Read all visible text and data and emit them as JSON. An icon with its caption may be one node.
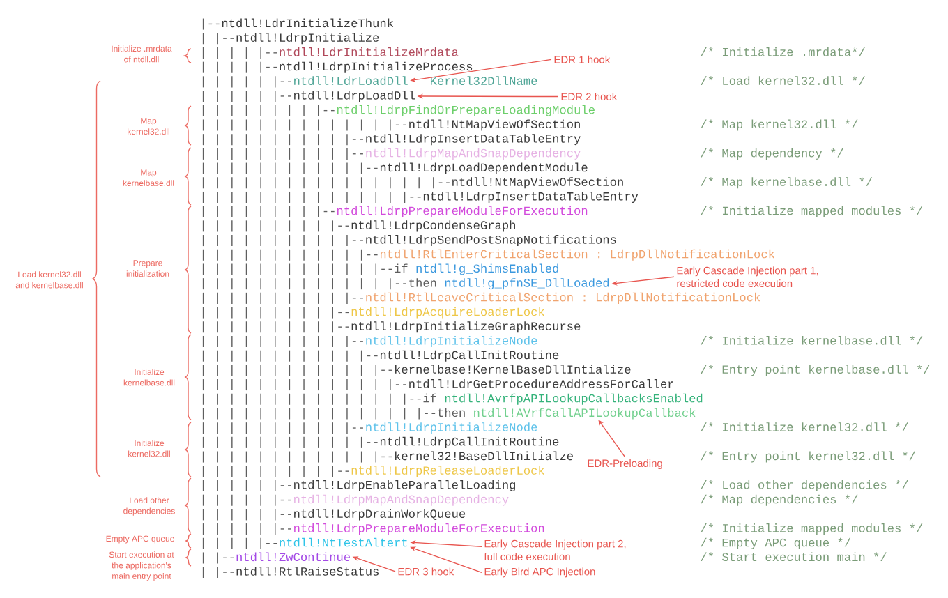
{
  "diagram": {
    "nodes": [
      {
        "text": [
          "EDR 1 hook"
        ]
      },
      {
        "text": [
          "ntdll!LdrLoadDll"
        ],
        "beside": [
          "Kernel32DllName"
        ]
      },
      {
        "text": [
          "ntdll!LdrpLoadDll"
        ]
      },
      {
        "text": [
          "EDR 2 hook"
        ]
      },
      {
        "text": [
          "Early Cascade Injection part 1, restricted code execution"
        ]
      },
      {
        "text": [
          "ntdll!g_pfnSE_DllLoaded"
        ]
      },
      {
        "text": [
          "ntdll!AVrfCallAPILookupCallback"
        ]
      },
      {
        "text": [
          "EDR-Preloading"
        ]
      },
      {
        "text": [
          "ntdll!NtTestAltert"
        ]
      },
      {
        "text": [
          "Early Cascade Injection part 2, full code execution"
        ]
      },
      {
        "text": [
          "ntdll!ZwContinue"
        ]
      },
      {
        "text": [
          "EDR 3 hook"
        ]
      },
      {
        "text": [
          "Early Bird APC Injection"
        ]
      }
    ],
    "edges": [
      {
        "from": 0,
        "to": 1,
        "arrow": "to"
      },
      {
        "from": 3,
        "to": 2,
        "arrow": "to"
      },
      {
        "from": 4,
        "to": 5,
        "arrow": "to"
      },
      {
        "from": 7,
        "to": 6,
        "arrow": "to"
      },
      {
        "from": 9,
        "to": 8,
        "arrow": "to"
      },
      {
        "from": 12,
        "to": 8,
        "arrow": "to"
      },
      {
        "from": 11,
        "to": 10,
        "arrow": "to"
      }
    ],
    "labels": [
      "Initialize .mrdata of ntdll.dll",
      "Map kernel32.dll",
      "Map kernelbase.dll",
      "Prepare initialization",
      "Load kernel32.dll and kernelbase.dll",
      "Initialize kernelbase.dll",
      "Initialize kernel32.dll",
      "Load other dependencies",
      "Empty APC queue",
      "Start execution at the application's main entry point",
      "|--",
      "ntdll!LdrInitializeThunk",
      "| |--",
      "ntdll!LdrpInitialize",
      "| | | | |--",
      "ntdll!LdrInitializeMrdata",
      "/* Initialize .mrdata*/",
      "| | | | |--",
      "ntdll!LdrpInitializeProcess",
      "| | | | | |--",
      "/* Load kernel32.dll */",
      "| | | | | |--",
      "| | | | | | | | |--",
      "ntdll!LdrpFindOrPrepareLoadingModule",
      "| | | | | | | | | | | | | |--",
      "ntdll!NtMapViewOfSection",
      "/* Map kernel32.dll */",
      "| | | | | | | | | | |--",
      "ntdll!LdrpInsertDataTableEntry",
      "| | | | | | | | | | |--",
      "ntdll!LdrpMapAndSnapDependency",
      "/* Map dependency */",
      "| | | | | | | | | | | |--",
      "ntdll!LdrpLoadDependentModule",
      "| | | | | | | | | | | | | | | | |--",
      "ntdll!NtMapViewOfSection",
      "/* Map kernelbase.dll */",
      "| | | | | | | | | | | | | | |--",
      "ntdll!LdrpInsertDataTableEntry",
      "| | | | | | | | |--",
      "ntdll!LdrpPrepareModuleForExecution",
      "/* Initialize mapped modules */",
      "| | | | | | | | | |--",
      "ntdll!LdrpCondenseGraph",
      "| | | | | | | | | | |--",
      "ntdll!LdrpSendPostSnapNotifications",
      "| | | | | | | | | | | |--",
      "ntdll!RtlEnterCriticalSection : LdrpDllNotificationLock",
      "| | | | | | | | | | | | |--if",
      "ntdll!g_ShimsEnabled",
      "| | | | | | | | | | | | | |--then",
      "| | | | | | | | | | |--",
      "ntdll!RtlLeaveCriticalSection : LdrpDllNotificationLock",
      "| | | | | | | | | |--",
      "ntdll!LdrpAcquireLoaderLock",
      "| | | | | | | | | |--",
      "ntdll!LdrpInitializeGraphRecurse",
      "| | | | | | | | | | |--",
      "ntdll!LdrpInitializeNode",
      "/* Initialize kernelbase.dll */",
      "| | | | | | | | | | | |--",
      "ntdll!LdrpCallInitRoutine",
      "| | | | | | | | | | | | |--",
      "kernelbase!KernelBaseDllIntialize",
      "/* Entry point kernelbase.dll */",
      "| | | | | | | | | | | | | |--",
      "ntdll!LdrGetProcedureAddressForCaller",
      "| | | | | | | | | | | | | | |--if",
      "ntdll!AvrfpAPILookupCallbacksEnabled",
      "| | | | | | | | | | | | | | | |--then",
      "| | | | | | | | | | |--",
      "ntdll!LdrpInitializeNode",
      "/* Initialize kernel32.dll */",
      "| | | | | | | | | | | |--",
      "ntdll!LdrpCallInitRoutine",
      "| | | | | | | | | | | | |--",
      "kernel32!BaseDllInitialze",
      "/* Entry point kernel32.dll */",
      "| | | | | | | | | |--",
      "ntdll!LdrpReleaseLoaderLock",
      "| | | | | |--",
      "ntdll!LdrpEnableParallelLoading",
      "/* Load other dependencies */",
      "| | | | | |--",
      "ntdll!LdrpMapAndSnapDependency",
      "/* Map dependencies */",
      "| | | | | |--",
      "ntdll!LdrpDrainWorkQueue",
      "| | | | | |--",
      "ntdll!LdrpPrepareModuleForExecution",
      "/* Initialize mapped modules */",
      "| | | | |--",
      "/* Empty APC queue */",
      "| |--",
      "/* Start execution main */",
      "| |--",
      "ntdll!RtlRaiseStatus"
    ]
  }
}
